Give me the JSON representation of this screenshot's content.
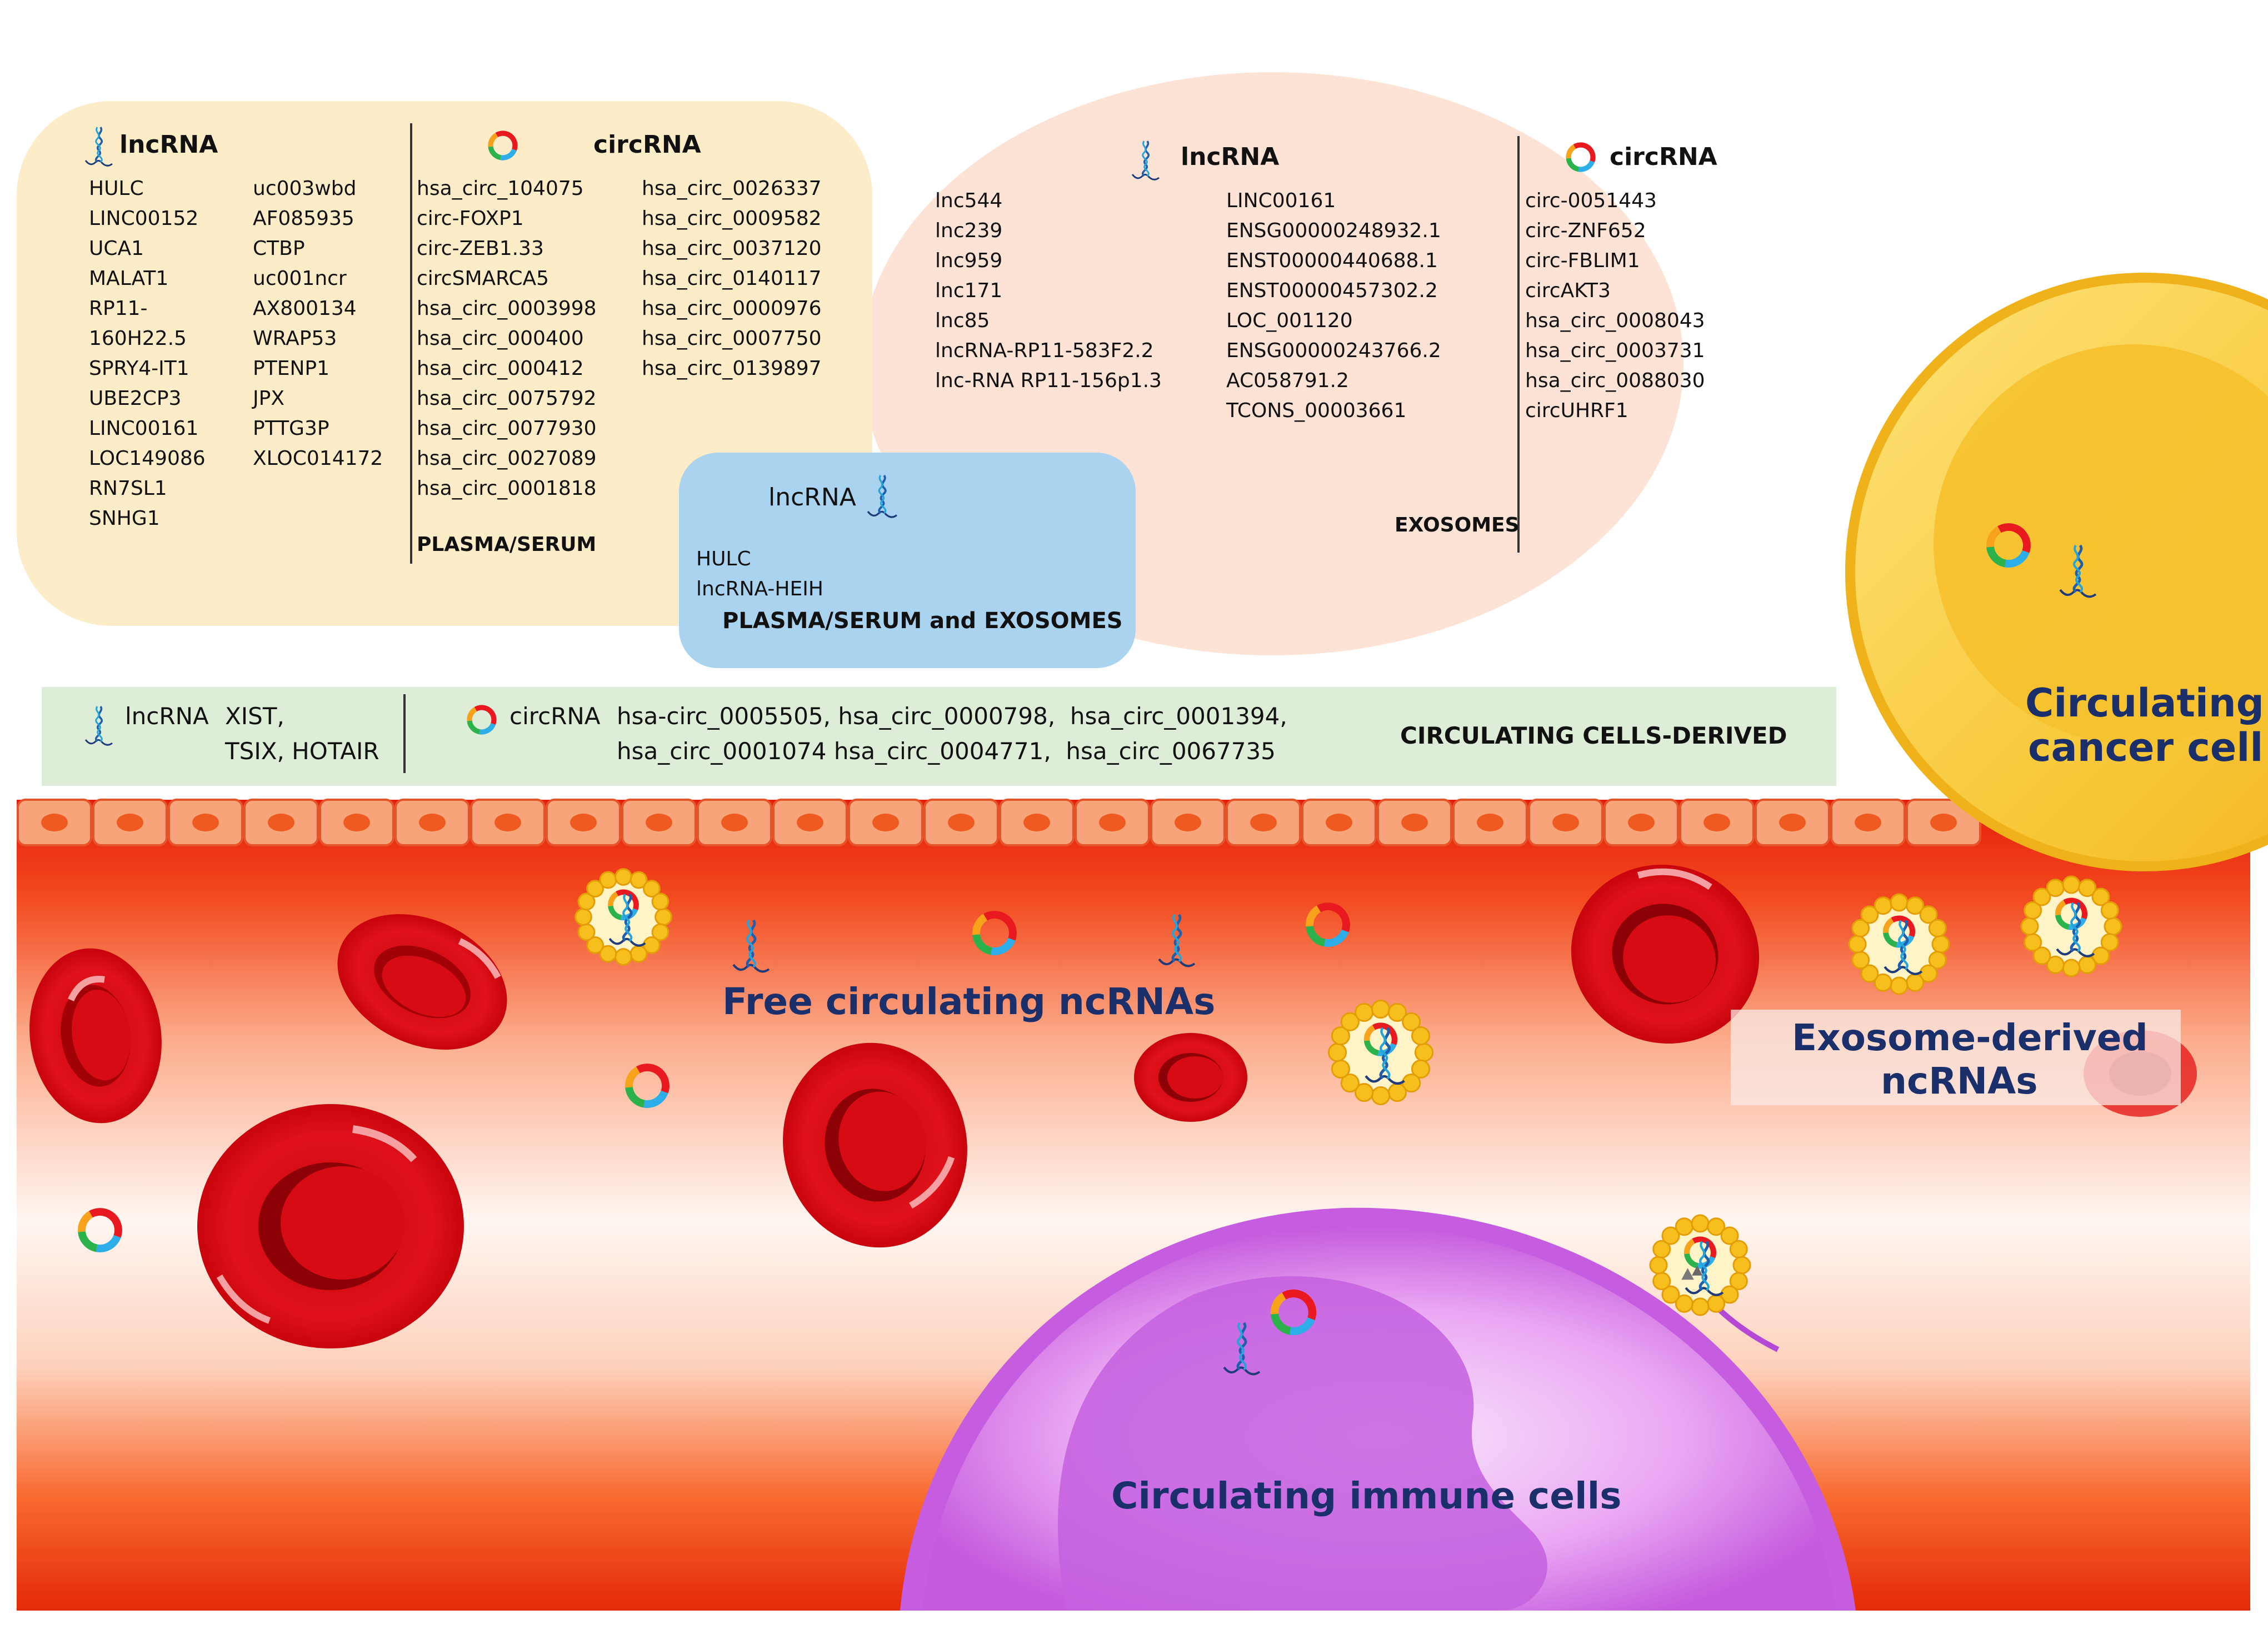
{
  "plasma_serum": {
    "lnc_header": "lncRNA",
    "lnc_col1": [
      "HULC",
      "LINC00152",
      "UCA1",
      "MALAT1",
      "RP11-",
      "160H22.5",
      "SPRY4-IT1",
      "UBE2CP3",
      "LINC00161",
      "LOC149086",
      "RN7SL1",
      "SNHG1"
    ],
    "lnc_col2": [
      "uc003wbd",
      "AF085935",
      "CTBP",
      "uc001ncr",
      "AX800134",
      "WRAP53",
      "PTENP1",
      "JPX",
      "PTTG3P",
      "XLOC014172"
    ],
    "circ_header": "circRNA",
    "circ_col1": [
      "hsa_circ_104075",
      "circ-FOXP1",
      "circ-ZEB1.33",
      "circSMARCA5",
      "hsa_circ_0003998",
      "hsa_circ_000400",
      "hsa_circ_000412",
      "hsa_circ_0075792",
      "hsa_circ_0077930",
      "hsa_circ_0027089",
      "hsa_circ_0001818"
    ],
    "circ_col2": [
      "hsa_circ_0026337",
      "hsa_circ_0009582",
      "hsa_circ_0037120",
      "hsa_circ_0140117",
      "hsa_circ_0000976",
      "hsa_circ_0007750",
      "hsa_circ_0139897"
    ],
    "label": "PLASMA/SERUM"
  },
  "exosomes": {
    "lnc_header": "lncRNA",
    "lnc_col1": [
      "lnc544",
      "lnc239",
      "lnc959",
      "lnc171",
      "lnc85",
      "lncRNA-RP11-583F2.2",
      "lnc-RNA RP11-156p1.3"
    ],
    "lnc_col2": [
      "LINC00161",
      "ENSG00000248932.1",
      "ENST00000440688.1",
      "ENST00000457302.2",
      "LOC_001120",
      "ENSG00000243766.2",
      "AC058791.2",
      "TCONS_00003661"
    ],
    "circ_header": "circRNA",
    "circ_col": [
      "circ-0051443",
      "circ-ZNF652",
      "circ-FBLIM1",
      "circAKT3",
      "hsa_circ_0008043",
      "hsa_circ_0003731",
      "hsa_circ_0088030",
      "circUHRF1"
    ],
    "label": "EXOSOMES"
  },
  "plasma_exosomes": {
    "lnc_header": "lncRNA",
    "items": [
      "HULC",
      "lncRNA-HEIH"
    ],
    "label": "PLASMA/SERUM and EXOSOMES"
  },
  "cells_derived": {
    "lnc_header": "lncRNA",
    "lnc_line1": "XIST,",
    "lnc_line2": "TSIX, HOTAIR",
    "circ_header": "circRNA",
    "circ_line1": "hsa-circ_0005505, hsa_circ_0000798,  hsa_circ_0001394,",
    "circ_line2": "hsa_circ_0001074 hsa_circ_0004771,  hsa_circ_0067735",
    "label": "CIRCULATING CELLS-DERIVED"
  },
  "labels": {
    "free": "Free circulating ncRNAs",
    "exosome_derived_1": "Exosome-derived",
    "exosome_derived_2": "ncRNAs",
    "cancer_1": "Circulating",
    "cancer_2": "cancer cell",
    "immune": "Circulating immune cells"
  },
  "icons": [
    "lncRNA-icon",
    "circRNA-icon",
    "exosome-icon",
    "red-blood-cell-icon"
  ],
  "colors": {
    "plasma_box": "#fdecc8",
    "exosome_box": "#fde3d6",
    "overlap_box": "#a9d3ef",
    "cells_box": "#deedd7",
    "blood": "#e8210f",
    "cancer_cell": "#f8c73a",
    "immune_cell": "#c65ce0",
    "text_blue": "#1b2f6b"
  }
}
